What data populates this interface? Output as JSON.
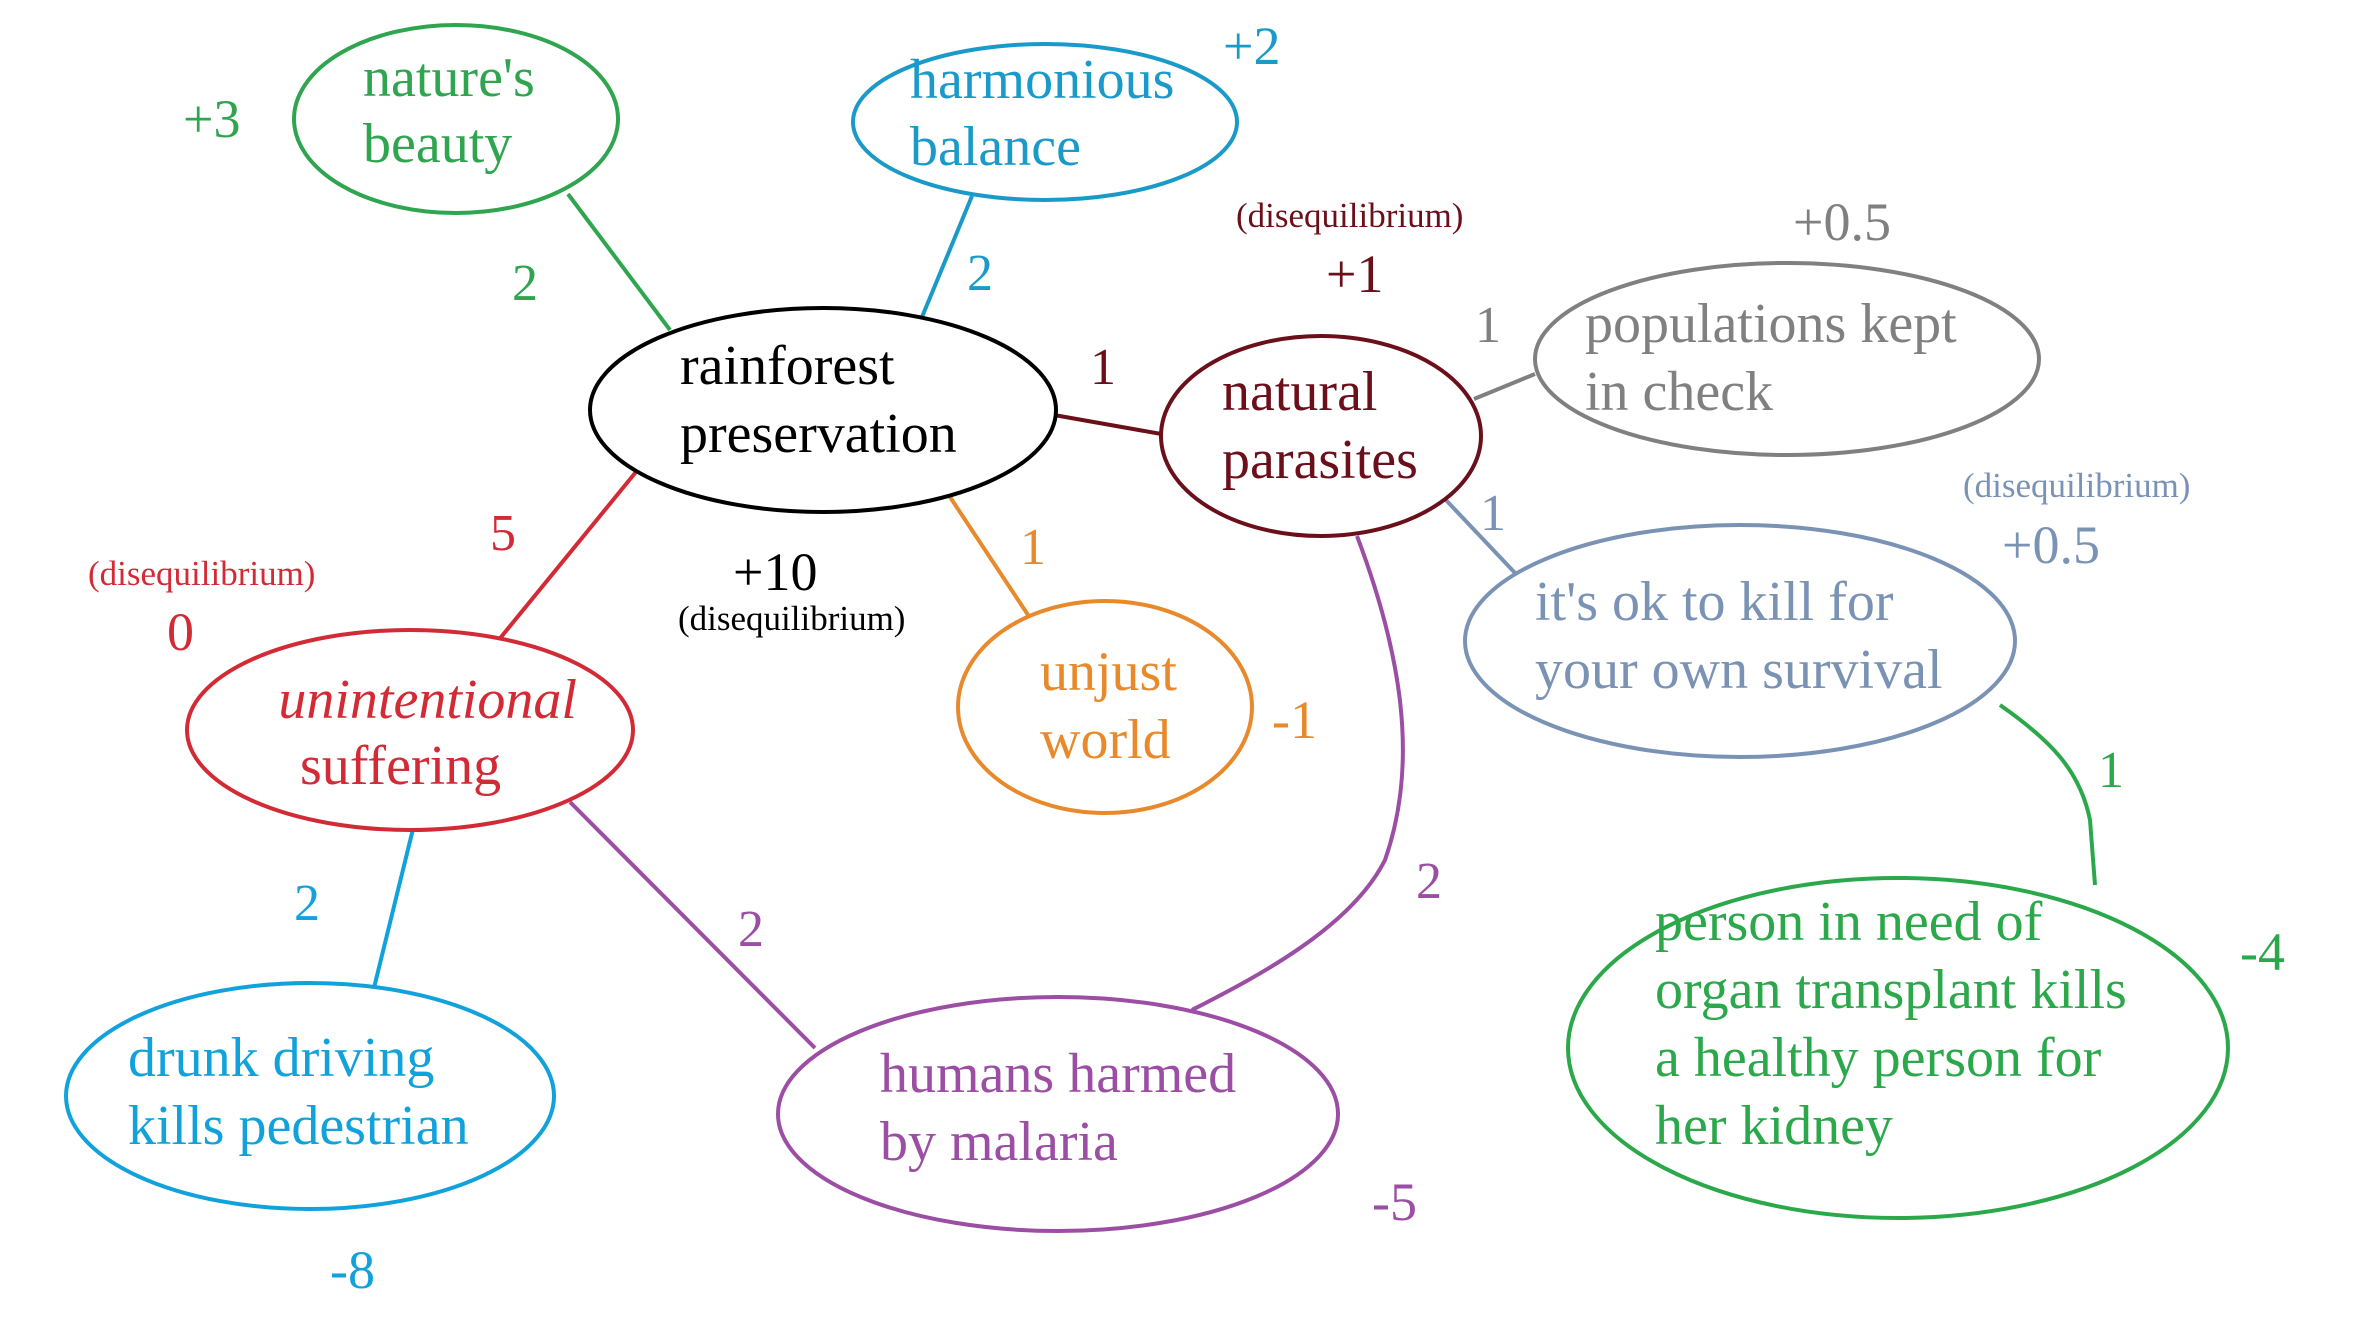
{
  "colors": {
    "black": "#000000",
    "green": "#2ea54e",
    "teal": "#1a9ac9",
    "maroon": "#6b0f1a",
    "gray": "#808080",
    "steel": "#7a93b5",
    "red": "#d22b36",
    "orange": "#e88a2c",
    "purple": "#9b4ea3",
    "blue": "#12a2db",
    "green2": "#2aa84a"
  },
  "nodes": {
    "rainforest": {
      "line1": "rainforest",
      "line2": "preservation",
      "value": "+10",
      "note": "(disequilibrium)"
    },
    "natures_beauty": {
      "line1": "nature's",
      "line2": "beauty",
      "value": "+3"
    },
    "harmonious": {
      "line1": "harmonious",
      "line2": "balance",
      "value": "+2"
    },
    "parasites": {
      "line1": "natural",
      "line2": "parasites",
      "value": "+1",
      "note": "(disequilibrium)"
    },
    "populations": {
      "line1": "populations kept",
      "line2": "in check",
      "value": "+0.5"
    },
    "ok_to_kill": {
      "line1": "it's ok to kill for",
      "line2": "your own survival",
      "value": "+0.5",
      "note": "(disequilibrium)"
    },
    "unintentional": {
      "line1": "unintentional",
      "line2": "suffering",
      "value": "0",
      "note": "(disequilibrium)"
    },
    "unjust": {
      "line1": "unjust",
      "line2": "world",
      "value": "-1"
    },
    "drunk": {
      "line1": "drunk driving",
      "line2": "kills pedestrian",
      "value": "-8"
    },
    "malaria": {
      "line1": "humans harmed",
      "line2": "by malaria",
      "value": "-5"
    },
    "organ": {
      "line1": "person in need of",
      "line2": "organ transplant kills",
      "line3": "a healthy person for",
      "line4": "her kidney",
      "value": "-4"
    }
  },
  "edges": {
    "beauty_rainforest": "2",
    "harmonious_rainforest": "2",
    "rainforest_parasites": "1",
    "parasites_populations": "1",
    "parasites_ok": "1",
    "rainforest_unintentional": "5",
    "rainforest_unjust": "1",
    "unintentional_drunk": "2",
    "unintentional_malaria": "2",
    "parasites_malaria": "2",
    "ok_organ": "1"
  }
}
